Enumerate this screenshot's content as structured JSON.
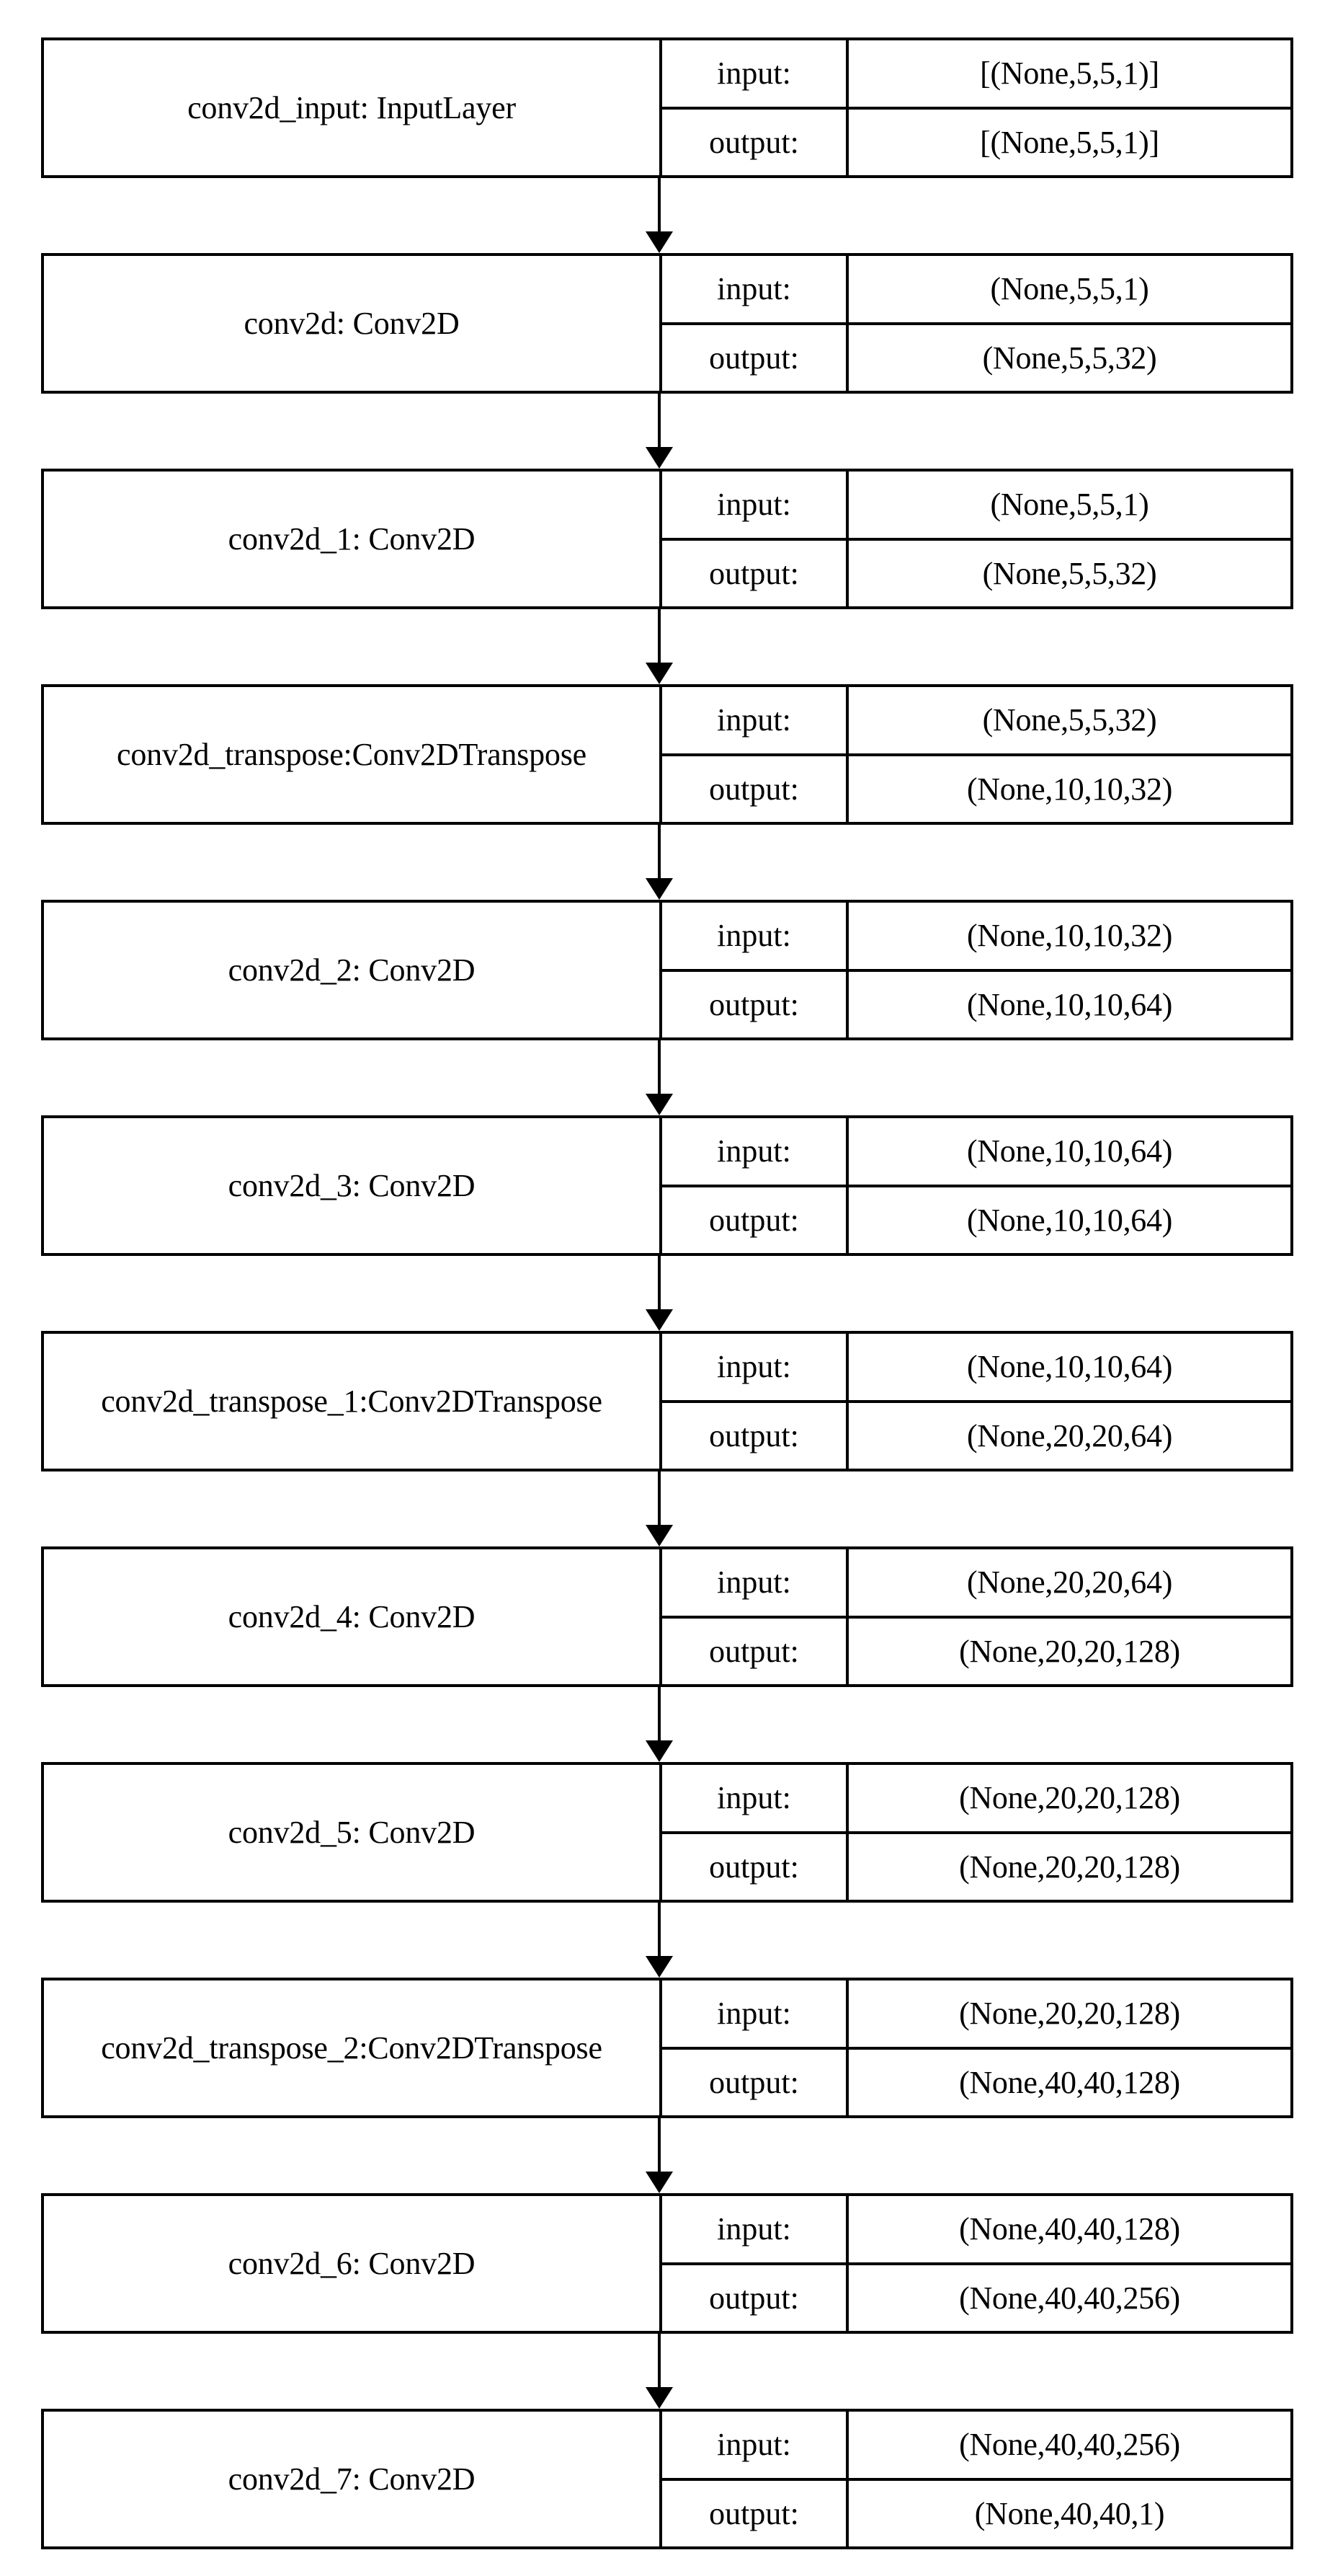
{
  "diagram": {
    "title": "Keras model architecture graph",
    "type": "keras-model-plot",
    "orientation": "top-to-bottom",
    "background_color": "#ffffff",
    "line_color": "#000000",
    "text_color": "#000000",
    "io_labels": {
      "input": "input:",
      "output": "output:"
    },
    "nodes": [
      {
        "id": "conv2d_input",
        "label_lines": [
          "conv2d_input: InputLayer"
        ],
        "input": "[(None,5,5,1)]",
        "output": "[(None,5,5,1)]"
      },
      {
        "id": "conv2d",
        "label_lines": [
          "conv2d: Conv2D"
        ],
        "input": "(None,5,5,1)",
        "output": "(None,5,5,32)"
      },
      {
        "id": "conv2d_1",
        "label_lines": [
          "conv2d_1: Conv2D"
        ],
        "input": "(None,5,5,1)",
        "output": "(None,5,5,32)"
      },
      {
        "id": "conv2d_transpose",
        "label_lines": [
          "conv2d_transpose:",
          "Conv2DTranspose"
        ],
        "input": "(None,5,5,32)",
        "output": "(None,10,10,32)"
      },
      {
        "id": "conv2d_2",
        "label_lines": [
          "conv2d_2: Conv2D"
        ],
        "input": "(None,10,10,32)",
        "output": "(None,10,10,64)"
      },
      {
        "id": "conv2d_3",
        "label_lines": [
          "conv2d_3: Conv2D"
        ],
        "input": "(None,10,10,64)",
        "output": "(None,10,10,64)"
      },
      {
        "id": "conv2d_transpose_1",
        "label_lines": [
          "conv2d_transpose_1:",
          "Conv2DTranspose"
        ],
        "input": "(None,10,10,64)",
        "output": "(None,20,20,64)"
      },
      {
        "id": "conv2d_4",
        "label_lines": [
          "conv2d_4: Conv2D"
        ],
        "input": "(None,20,20,64)",
        "output": "(None,20,20,128)"
      },
      {
        "id": "conv2d_5",
        "label_lines": [
          "conv2d_5: Conv2D"
        ],
        "input": "(None,20,20,128)",
        "output": "(None,20,20,128)"
      },
      {
        "id": "conv2d_transpose_2",
        "label_lines": [
          "conv2d_transpose_2:",
          "Conv2DTranspose"
        ],
        "input": "(None,20,20,128)",
        "output": "(None,40,40,128)"
      },
      {
        "id": "conv2d_6",
        "label_lines": [
          "conv2d_6: Conv2D"
        ],
        "input": "(None,40,40,128)",
        "output": "(None,40,40,256)"
      },
      {
        "id": "conv2d_7",
        "label_lines": [
          "conv2d_7: Conv2D"
        ],
        "input": "(None,40,40,256)",
        "output": "(None,40,40,1)"
      }
    ],
    "edges": [
      {
        "from": "conv2d_input",
        "to": "conv2d"
      },
      {
        "from": "conv2d",
        "to": "conv2d_1"
      },
      {
        "from": "conv2d_1",
        "to": "conv2d_transpose"
      },
      {
        "from": "conv2d_transpose",
        "to": "conv2d_2"
      },
      {
        "from": "conv2d_2",
        "to": "conv2d_3"
      },
      {
        "from": "conv2d_3",
        "to": "conv2d_transpose_1"
      },
      {
        "from": "conv2d_transpose_1",
        "to": "conv2d_4"
      },
      {
        "from": "conv2d_4",
        "to": "conv2d_5"
      },
      {
        "from": "conv2d_5",
        "to": "conv2d_transpose_2"
      },
      {
        "from": "conv2d_transpose_2",
        "to": "conv2d_6"
      },
      {
        "from": "conv2d_6",
        "to": "conv2d_7"
      },
      {
        "from": "conv2d_7",
        "to": "conv2d_8"
      }
    ]
  }
}
